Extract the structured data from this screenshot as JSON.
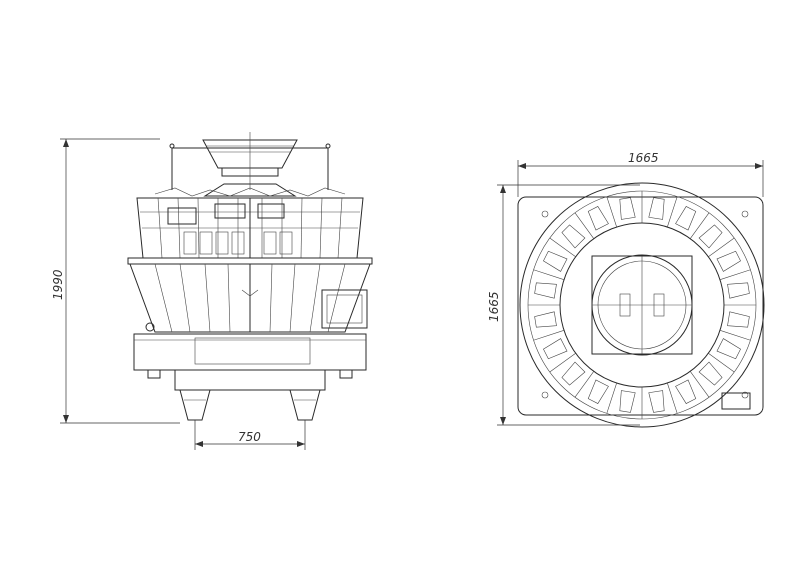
{
  "dimensions": {
    "height": "1990",
    "base_width": "750",
    "top_width": "1665",
    "top_depth": "1665"
  }
}
